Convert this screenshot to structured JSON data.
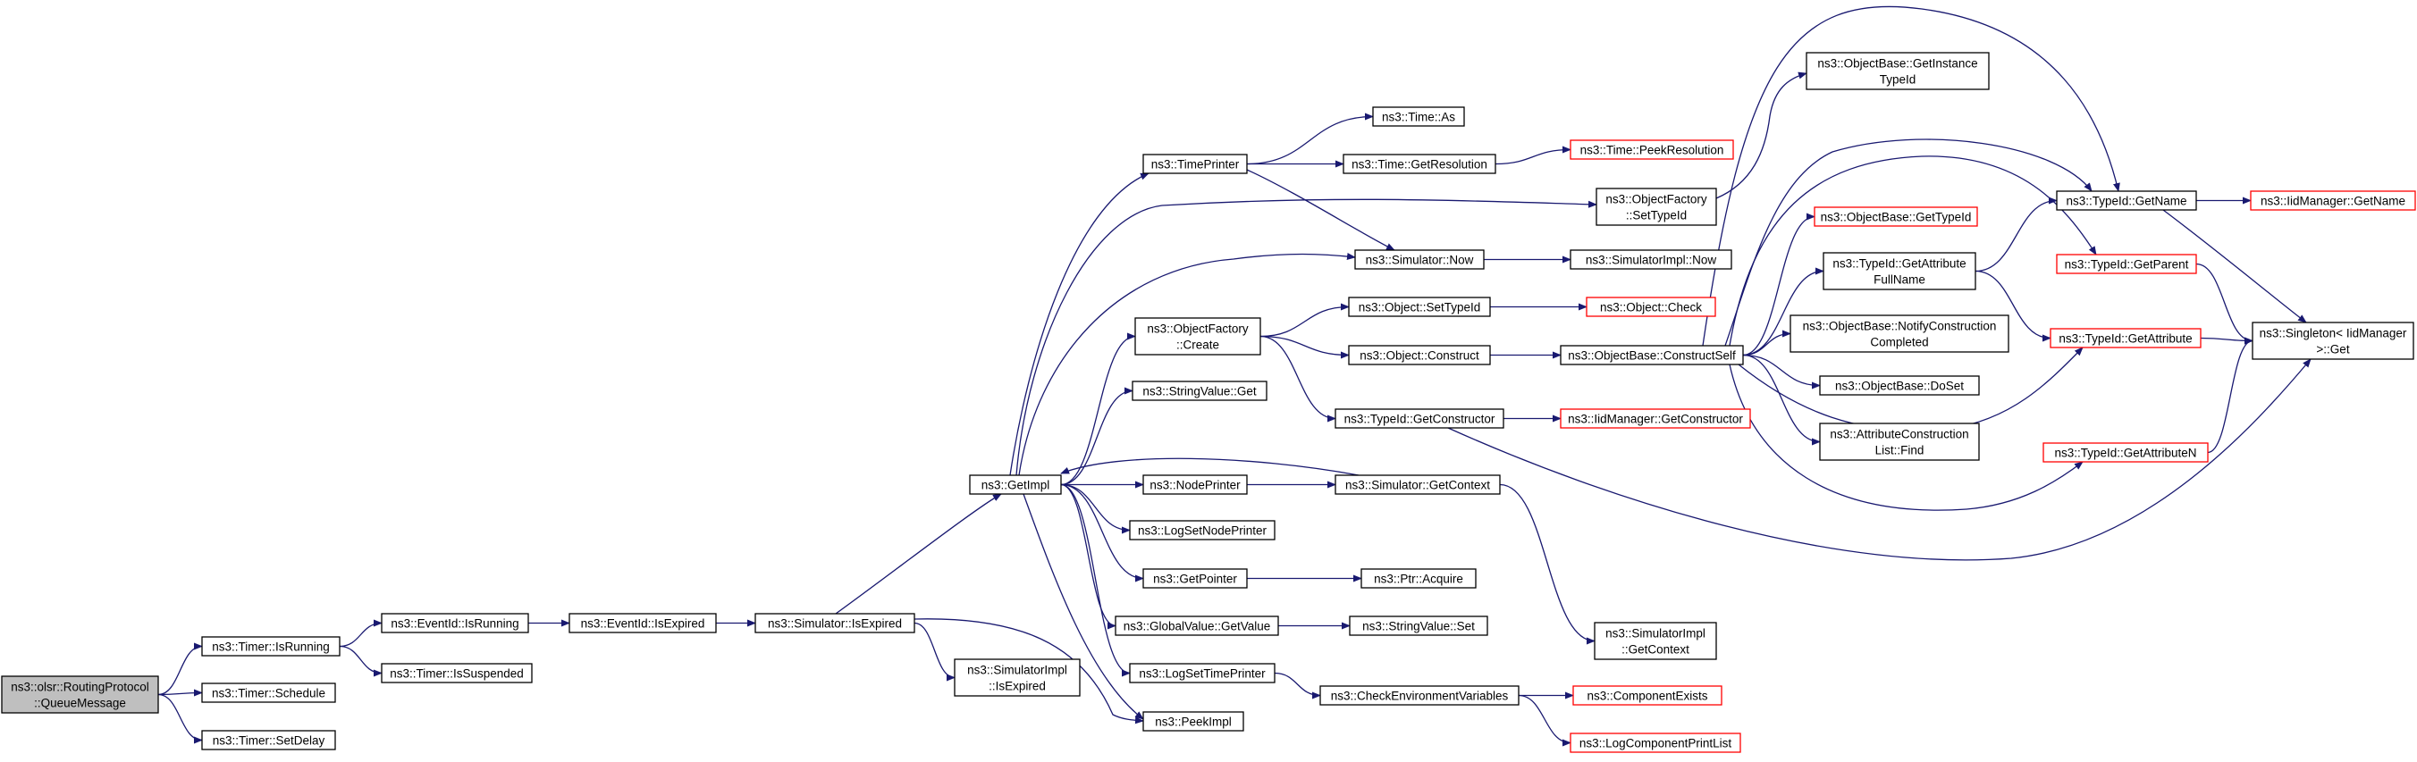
{
  "colors": {
    "edge": "#191970",
    "node_border": "#000000",
    "node_external_border": "#ff0000",
    "root_fill": "#bfbfbf",
    "node_fill": "#ffffff"
  },
  "nodes": [
    {
      "id": "queue",
      "lines": [
        "ns3::olsr::RoutingProtocol",
        "::QueueMessage"
      ],
      "type": "root"
    },
    {
      "id": "timer_isrunning",
      "lines": [
        "ns3::Timer::IsRunning"
      ],
      "type": "normal"
    },
    {
      "id": "timer_schedule",
      "lines": [
        "ns3::Timer::Schedule"
      ],
      "type": "normal"
    },
    {
      "id": "timer_setdelay",
      "lines": [
        "ns3::Timer::SetDelay"
      ],
      "type": "normal"
    },
    {
      "id": "eventid_isrunning",
      "lines": [
        "ns3::EventId::IsRunning"
      ],
      "type": "normal"
    },
    {
      "id": "timer_issuspended",
      "lines": [
        "ns3::Timer::IsSuspended"
      ],
      "type": "normal"
    },
    {
      "id": "eventid_isexpired",
      "lines": [
        "ns3::EventId::IsExpired"
      ],
      "type": "normal"
    },
    {
      "id": "sim_isexpired",
      "lines": [
        "ns3::Simulator::IsExpired"
      ],
      "type": "normal"
    },
    {
      "id": "simimpl_isexpired",
      "lines": [
        "ns3::SimulatorImpl",
        "::IsExpired"
      ],
      "type": "normal"
    },
    {
      "id": "getimpl",
      "lines": [
        "ns3::GetImpl"
      ],
      "type": "normal"
    },
    {
      "id": "peekimpl",
      "lines": [
        "ns3::PeekImpl"
      ],
      "type": "normal"
    },
    {
      "id": "timeprinter",
      "lines": [
        "ns3::TimePrinter"
      ],
      "type": "normal"
    },
    {
      "id": "objfactory_create",
      "lines": [
        "ns3::ObjectFactory",
        "::Create"
      ],
      "type": "normal"
    },
    {
      "id": "stringvalue_get",
      "lines": [
        "ns3::StringValue::Get"
      ],
      "type": "normal"
    },
    {
      "id": "nodeprinter",
      "lines": [
        "ns3::NodePrinter"
      ],
      "type": "normal"
    },
    {
      "id": "logsetnodeprinter",
      "lines": [
        "ns3::LogSetNodePrinter"
      ],
      "type": "normal"
    },
    {
      "id": "getpointer",
      "lines": [
        "ns3::GetPointer"
      ],
      "type": "normal"
    },
    {
      "id": "globalvalue_getvalue",
      "lines": [
        "ns3::GlobalValue::GetValue"
      ],
      "type": "normal"
    },
    {
      "id": "logsettimeprinter",
      "lines": [
        "ns3::LogSetTimePrinter"
      ],
      "type": "normal"
    },
    {
      "id": "time_as",
      "lines": [
        "ns3::Time::As"
      ],
      "type": "normal"
    },
    {
      "id": "time_getresolution",
      "lines": [
        "ns3::Time::GetResolution"
      ],
      "type": "normal"
    },
    {
      "id": "sim_now",
      "lines": [
        "ns3::Simulator::Now"
      ],
      "type": "normal"
    },
    {
      "id": "object_settypeid",
      "lines": [
        "ns3::Object::SetTypeId"
      ],
      "type": "normal"
    },
    {
      "id": "object_construct",
      "lines": [
        "ns3::Object::Construct"
      ],
      "type": "normal"
    },
    {
      "id": "typeid_getconstructor",
      "lines": [
        "ns3::TypeId::GetConstructor"
      ],
      "type": "normal"
    },
    {
      "id": "sim_getcontext",
      "lines": [
        "ns3::Simulator::GetContext"
      ],
      "type": "normal"
    },
    {
      "id": "ptr_acquire",
      "lines": [
        "ns3::Ptr::Acquire"
      ],
      "type": "normal"
    },
    {
      "id": "stringvalue_set",
      "lines": [
        "ns3::StringValue::Set"
      ],
      "type": "normal"
    },
    {
      "id": "checkenv",
      "lines": [
        "ns3::CheckEnvironmentVariables"
      ],
      "type": "normal"
    },
    {
      "id": "time_peekresolution",
      "lines": [
        "ns3::Time::PeekResolution"
      ],
      "type": "external"
    },
    {
      "id": "objfactory_settypeid",
      "lines": [
        "ns3::ObjectFactory",
        "::SetTypeId"
      ],
      "type": "normal"
    },
    {
      "id": "simimpl_now",
      "lines": [
        "ns3::SimulatorImpl::Now"
      ],
      "type": "normal"
    },
    {
      "id": "object_check",
      "lines": [
        "ns3::Object::Check"
      ],
      "type": "external"
    },
    {
      "id": "objbase_constructself",
      "lines": [
        "ns3::ObjectBase::ConstructSelf"
      ],
      "type": "normal"
    },
    {
      "id": "iidmanager_getconstructor",
      "lines": [
        "ns3::IidManager::GetConstructor"
      ],
      "type": "external"
    },
    {
      "id": "simimpl_getcontext",
      "lines": [
        "ns3::SimulatorImpl",
        "::GetContext"
      ],
      "type": "normal"
    },
    {
      "id": "componentexists",
      "lines": [
        "ns3::ComponentExists"
      ],
      "type": "external"
    },
    {
      "id": "logcomponentprintlist",
      "lines": [
        "ns3::LogComponentPrintList"
      ],
      "type": "external"
    },
    {
      "id": "objbase_getinstancetypeid",
      "lines": [
        "ns3::ObjectBase::GetInstance",
        "TypeId"
      ],
      "type": "normal"
    },
    {
      "id": "objbase_gettypeid",
      "lines": [
        "ns3::ObjectBase::GetTypeId"
      ],
      "type": "external"
    },
    {
      "id": "typeid_getattributefullname",
      "lines": [
        "ns3::TypeId::GetAttribute",
        "FullName"
      ],
      "type": "normal"
    },
    {
      "id": "objbase_notifyconstruction",
      "lines": [
        "ns3::ObjectBase::NotifyConstruction",
        "Completed"
      ],
      "type": "normal"
    },
    {
      "id": "objbase_doset",
      "lines": [
        "ns3::ObjectBase::DoSet"
      ],
      "type": "normal"
    },
    {
      "id": "attrconstructionlist_find",
      "lines": [
        "ns3::AttributeConstruction",
        "List::Find"
      ],
      "type": "normal"
    },
    {
      "id": "typeid_getname",
      "lines": [
        "ns3::TypeId::GetName"
      ],
      "type": "normal"
    },
    {
      "id": "typeid_getparent",
      "lines": [
        "ns3::TypeId::GetParent"
      ],
      "type": "external"
    },
    {
      "id": "typeid_getattribute",
      "lines": [
        "ns3::TypeId::GetAttribute"
      ],
      "type": "external"
    },
    {
      "id": "typeid_getattributen",
      "lines": [
        "ns3::TypeId::GetAttributeN"
      ],
      "type": "external"
    },
    {
      "id": "iidmanager_getname",
      "lines": [
        "ns3::IidManager::GetName"
      ],
      "type": "external"
    },
    {
      "id": "singleton_get",
      "lines": [
        "ns3::Singleton< IidManager",
        " >::Get"
      ],
      "type": "normal"
    }
  ]
}
